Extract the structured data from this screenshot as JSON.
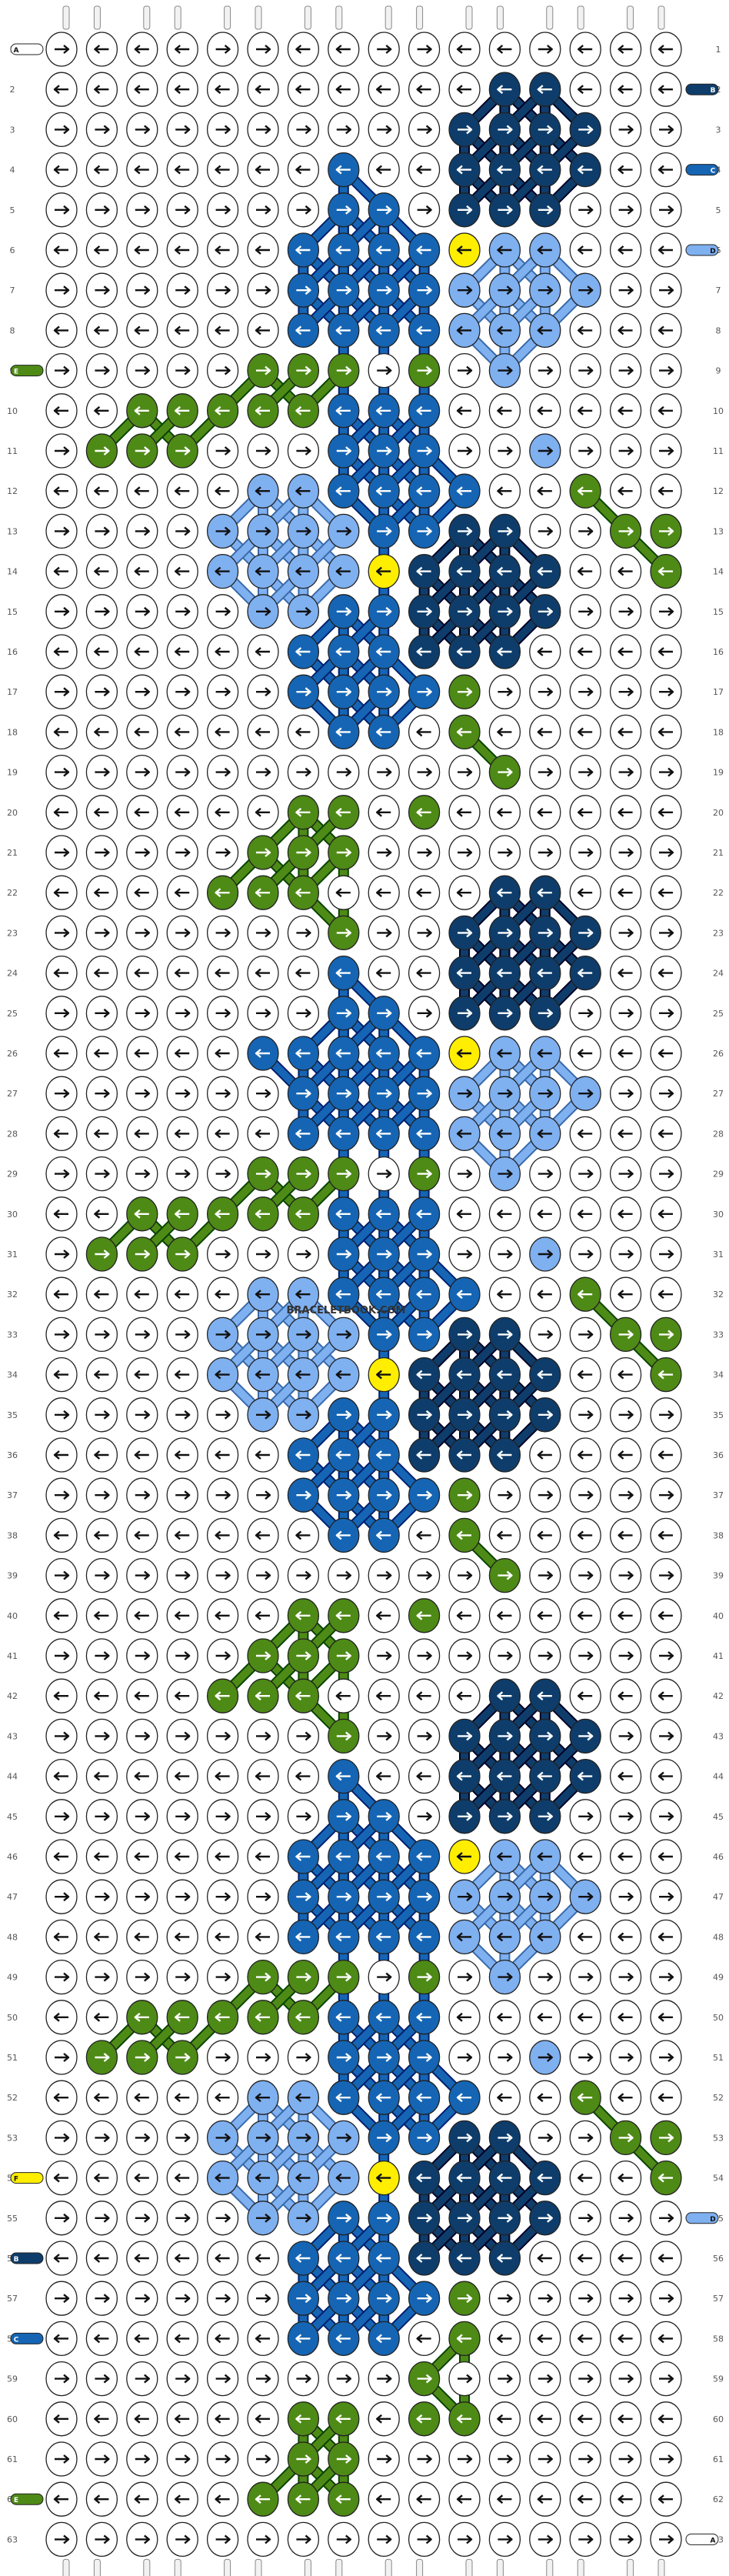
{
  "row_numbers": [
    "1",
    "2",
    "3",
    "4",
    "5",
    "6",
    "7",
    "8",
    "9",
    "10",
    "11",
    "12",
    "13",
    "14",
    "15",
    "16",
    "17",
    "18",
    "19",
    "20",
    "21",
    "22",
    "23",
    "24",
    "25",
    "26",
    "27",
    "28",
    "29",
    "30",
    "31",
    "32",
    "33",
    "34",
    "35",
    "36",
    "37",
    "38",
    "39",
    "40",
    "41",
    "42",
    "43",
    "44",
    "45",
    "46",
    "47",
    "48",
    "49",
    "50",
    "51",
    "52",
    "53",
    "54",
    "55",
    "56",
    "57",
    "58",
    "59",
    "60",
    "61",
    "62",
    "63"
  ],
  "watermark": "BRACELETBOOK.COM",
  "colors": {
    "A": "#ffffff",
    "B": "#0e3d6b",
    "C": "#1565b4",
    "D": "#7fb0f0",
    "E": "#4e8a16",
    "F": "#ffee00"
  },
  "strand_tags": [
    {
      "letter": "A",
      "row": "1",
      "side": "left",
      "color": "#ffffff"
    },
    {
      "letter": "B",
      "row": "2",
      "side": "right",
      "color": "#0e3d6b"
    },
    {
      "letter": "C",
      "row": "4",
      "side": "right",
      "color": "#1565b4"
    },
    {
      "letter": "D",
      "row": "6",
      "side": "right",
      "color": "#7fb0f0"
    },
    {
      "letter": "E",
      "row": "9",
      "side": "left",
      "color": "#4e8a16"
    },
    {
      "letter": "F",
      "row": "54",
      "side": "left",
      "color": "#ffee00"
    },
    {
      "letter": "D",
      "row": "55",
      "side": "right",
      "color": "#7fb0f0"
    },
    {
      "letter": "B",
      "row": "56",
      "side": "left",
      "color": "#0e3d6b"
    },
    {
      "letter": "C",
      "row": "58",
      "side": "left",
      "color": "#1565b4"
    },
    {
      "letter": "E",
      "row": "62",
      "side": "left",
      "color": "#4e8a16"
    },
    {
      "letter": "A",
      "row": "63",
      "side": "right",
      "color": "#ffffff"
    }
  ],
  "grid": [
    "AAAAAAAAAAAAAAAA",
    "AAAAAAAAAAABBAAA",
    "AAAAAAAAAABBBBAA",
    "AAAAAAACAABBBBAA",
    "AAAAAAACCABBBAAA",
    "AAAAAACCCCFDDAAA",
    "AAAAAACCCCDDDDAA",
    "AAAAAACCCCDDDAAA",
    "AAAAAEEEAEADAAAA",
    "AAEEEEECCCAAAAAA",
    "AEEEAAACCCAADAAA",
    "AAAAADDCCCCAAEAA",
    "AAAADDDDCCBBAAEE",
    "AAAADDDDFBBBBAAE",
    "AAAAADDCCBBBBAAA",
    "AAAAAACCCBBBAAAA",
    "AAAAAACCCCEAAAAA",
    "AAAAAAACCAEAAAAA",
    "AAAAAAAAAAAEAAAA",
    "AAAAAAEEAEAAAAAA",
    "AAAAAEEEAAAAAAAA",
    "AAAAEEEAAAABBAAA",
    "AAAAAAAEAABBBBAA",
    "AAAAAAACAABBBBAA",
    "AAAAAAACCABBBAAA",
    "AAAAACCCCCFDDAAA",
    "AAAAAACCCCDDDDAA",
    "AAAAAACCCCDDDAAA",
    "AAAAAEEEAEADAAAA",
    "AAEEEEECCCAAAAAA",
    "AEEEAAACCCAADAAA",
    "AAAAADDCCCCAAEAA",
    "AAAADDDDCCBBAAEE",
    "AAAADDDDFBBBBAAE",
    "AAAAADDCCBBBBAAA",
    "AAAAAACCCBBBAAAA",
    "AAAAAACCCCEAAAAA",
    "AAAAAAACCAEAAAAA",
    "AAAAAAAAAAAEAAAA",
    "AAAAAAEEAEAAAAAA",
    "AAAAAEEEAAAAAAAA",
    "AAAAEEEAAAABBAAA",
    "AAAAAAAEAABBBBAA",
    "AAAAAAACAABBBBAA",
    "AAAAAAACCABBBAAA",
    "AAAAAACCCCFDDAAA",
    "AAAAAACCCCDDDDAA",
    "AAAAAACCCCDDDAAA",
    "AAAAAEEEAEADAAAA",
    "AAEEEEECCCAAAAAA",
    "AEEEAAACCCAADAAA",
    "AAAAADDCCCCAAEAA",
    "AAAADDDDCCBBAAEE",
    "AAAADDDDFBBBBAAE",
    "AAAAADDCCBBBBAAA",
    "AAAAAACCCBBBAAAA",
    "AAAAAACCCCEAAAAA",
    "AAAAAACCCAEAAAAA",
    "AAAAAAAAAEAAAAAA",
    "AAAAAAEEAEEAAAAA",
    "AAAAAAEEAAAAAAAA",
    "AAAAAEEEAAAAAAAA",
    "AAAAAAAAAAAAAAAA"
  ],
  "arrows": [
    "RLLLRRLLRRLLRLLL",
    "LLLLLLLLLLLLLLLL",
    "RRRRRRRRRRRRRRRR",
    "LLLLLLLLLLLLLLLL",
    "RRRRRRRRRRRRRRRR",
    "LLLLLLLLLLLLLLLL",
    "RRRRRRRRRRRRRRRR",
    "LLLLLLLLLLLLLLLL",
    "RRRRRRRRRRRRRRRR",
    "LLLLLLLLLLLLLLLL",
    "RRRRRRRRRRRRRRRR",
    "LLLLLLLLLLLLLLLL",
    "RRRRRRRRRRRRRRRR",
    "LLLLLLLLLLLLLLLL",
    "RRRRRRRRRRRRRRRR",
    "LLLLLLLLLLLLLLLL",
    "RRRRRRRRRRRRRRRR",
    "LLLLLLLLLLLLLLLL",
    "RRRRRRRRRRRRRRRR",
    "LLLLLLLLLLLLLLLL",
    "RRRRRRRRRRRRRRRR",
    "LLLLLLLLLLLLLLLL",
    "RRRRRRRRRRRRRRRR",
    "LLLLLLLLLLLLLLLL",
    "RRRRRRRRRRRRRRRR",
    "LLLLLLLLLLLLLLLL",
    "RRRRRRRRRRRRRRRR",
    "LLLLLLLLLLLLLLLL",
    "RRRRRRRRRRRRRRRR",
    "LLLLLLLLLLLLLLLL",
    "RRRRRRRRRRRRRRRR",
    "LLLLLLLLLLLLLLLL",
    "RRRRRRRRRRRRRRRR",
    "LLLLLLLLLLLLLLLL",
    "RRRRRRRRRRRRRRRR",
    "LLLLLLLLLLLLLLLL",
    "RRRRRRRRRRRRRRRR",
    "LLLLLLLLLLLLLLLL",
    "RRRRRRRRRRRRRRRR",
    "LLLLLLLLLLLLLLLL",
    "RRRRRRRRRRRRRRRR",
    "LLLLLLLLLLLLLLLL",
    "RRRRRRRRRRRRRRRR",
    "LLLLLLLLLLLLLLLL",
    "RRRRRRRRRRRRRRRR",
    "LLLLLLLLLLLLLLLL",
    "RRRRRRRRRRRRRRRR",
    "LLLLLLLLLLLLLLLL",
    "RRRRRRRRRRRRRRRR",
    "LLLLLLLLLLLLLLLL",
    "RRRRRRRRRRRRRRRR",
    "LLLLLLLLLLLLLLLL",
    "RRRRRRRRRRRRRRRR",
    "LLLLLLLLLLLLLLLL",
    "RRRRRRRRRRRRRRRR",
    "LLLLLLLLLLLLLLLL",
    "RRRRRRRRRRRRRRRR",
    "LLLLLLLLLLLLLLLL",
    "RRRRRRRRRRRRRRRR",
    "LLLLLLLLLLLLLLLL",
    "RRRRRRRRRRRRRRRR",
    "LLLLLLLLLLLLLLLL",
    "RRRRRRRRRRRRRRRR"
  ]
}
